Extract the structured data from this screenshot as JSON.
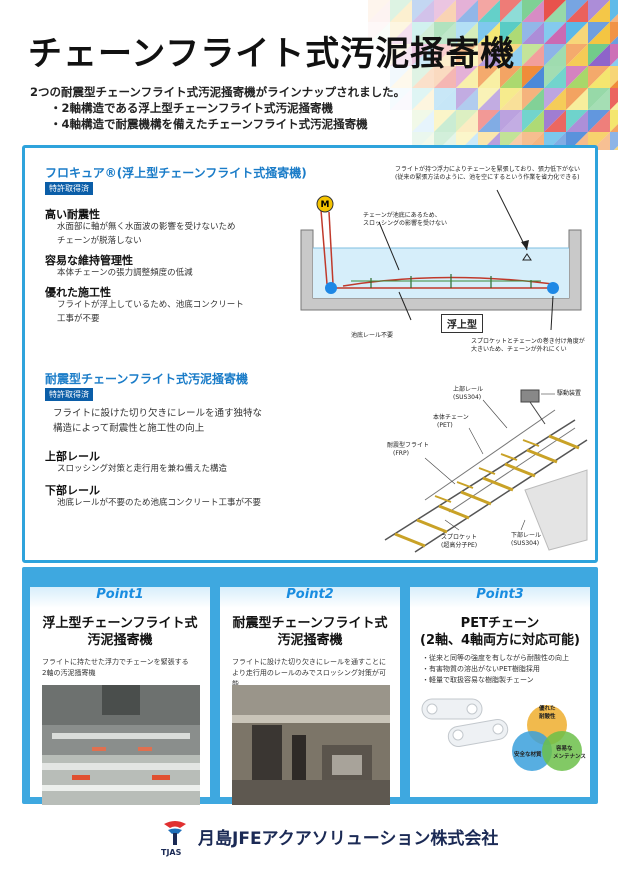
{
  "title": "チェーンフライト式汚泥掻寄機",
  "intro": {
    "lead": "2つの耐震型チェーンフライト式汚泥掻寄機がラインナップされました。",
    "items": [
      "・2軸構造である浮上型チェーンフライト式汚泥掻寄機",
      "・4軸構造で耐震機構を備えたチェーンフライト式汚泥掻寄機"
    ]
  },
  "section1": {
    "title": "フロキュア®(浮上型チェーンフライト式掻寄機)",
    "badge": "特許取得済",
    "features": [
      {
        "heading": "高い耐震性",
        "lines": [
          "水面部に軸が無く水面波の影響を受けないため",
          "チェーンが脱落しない"
        ]
      },
      {
        "heading": "容易な維持管理性",
        "lines": [
          "本体チェーンの張力調整頻度の低減"
        ]
      },
      {
        "heading": "優れた施工性",
        "lines": [
          "フライトが浮上しているため、池底コンクリート",
          "工事が不要"
        ]
      }
    ],
    "diagram": {
      "motor": "M",
      "note_top": [
        "フライトが持つ浮力によりチェーンを緊張しており、張力低下がない",
        "(従来の緊張方法のように、池を空にするという作業を省力化できる)"
      ],
      "note_mid": [
        "チェーンが池底にあるため、",
        "スロッシングの影響を受けない"
      ],
      "note_left": "池底レール不要",
      "tag": "浮上型",
      "note_bottom": [
        "スプロケットとチェーンの巻き付け角度が",
        "大きいため、チェーンが外れにくい"
      ]
    }
  },
  "section2": {
    "title": "耐震型チェーンフライト式汚泥掻寄機",
    "badge": "特許取得済",
    "description": [
      "フライトに設けた切り欠きにレールを通す独特な",
      "構造によって耐震性と施工性の向上"
    ],
    "features": [
      {
        "heading": "上部レール",
        "lines": [
          "スロッシング対策と走行用を兼ね備えた構造"
        ]
      },
      {
        "heading": "下部レール",
        "lines": [
          "池底レールが不要のため池底コンクリート工事が不要"
        ]
      }
    ],
    "diagram": {
      "drive": "駆動装置",
      "upper_rail": [
        "上部レール",
        "(SUS304)"
      ],
      "chain": [
        "本体チェーン",
        "(PET)"
      ],
      "flight": [
        "耐震型フライト",
        "(FRP)"
      ],
      "lower_rail": [
        "下部レール",
        "(SUS304)"
      ],
      "sprocket": [
        "スプロケット",
        "(超高分子PE)"
      ]
    }
  },
  "points": [
    {
      "head": "Point1",
      "title": [
        "浮上型チェーンフライト式",
        "汚泥掻寄機"
      ],
      "desc": [
        "フライトに持たせた浮力でチェーンを緊張する",
        "2軸の汚泥掻寄機"
      ]
    },
    {
      "head": "Point2",
      "title": [
        "耐震型チェーンフライト式",
        "汚泥掻寄機"
      ],
      "desc": [
        "フライトに設けた切り欠きにレールを通すことに",
        "より走行用のレールのみでスロッシング対策が可能"
      ]
    },
    {
      "head": "Point3",
      "title": [
        "PETチェーン",
        "(2軸、4軸両方に対応可能)"
      ],
      "desc": [
        "・従来と同等の強度を有しながら耐酸性の向上",
        "・有害物質の溶出がないPET樹脂採用",
        "・軽量で取扱容易な樹脂製チェーン"
      ],
      "venn": [
        "優れた",
        "耐酸性",
        "安全な材質",
        "容易な",
        "メンテナンス"
      ]
    }
  ],
  "footer": {
    "logo_text": "TJAS",
    "company": "月島JFEアクアソリューション株式会社"
  },
  "colors": {
    "accent": "#2ea3dc",
    "heading_blue": "#1a7cc8",
    "navy": "#1b2a55"
  }
}
